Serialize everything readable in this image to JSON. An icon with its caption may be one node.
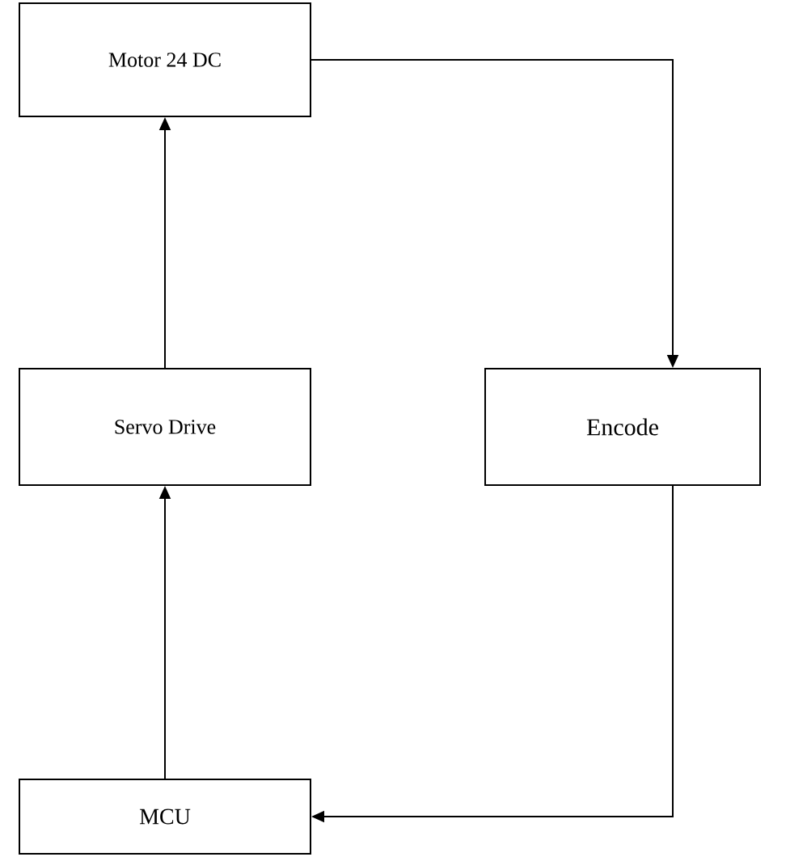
{
  "diagram": {
    "nodes": [
      {
        "text": [
          "Motor 24 DC"
        ]
      },
      {
        "text": [
          "Servo Drive"
        ]
      },
      {
        "text": [
          "Encode"
        ]
      },
      {
        "text": [
          "MCU"
        ]
      }
    ],
    "edges": [
      {
        "from": 0,
        "to": 2,
        "arrow": "to"
      },
      {
        "from": 2,
        "to": 3,
        "arrow": "to"
      },
      {
        "from": 3,
        "to": 1,
        "arrow": "to"
      },
      {
        "from": 1,
        "to": 0,
        "arrow": "to"
      }
    ]
  }
}
